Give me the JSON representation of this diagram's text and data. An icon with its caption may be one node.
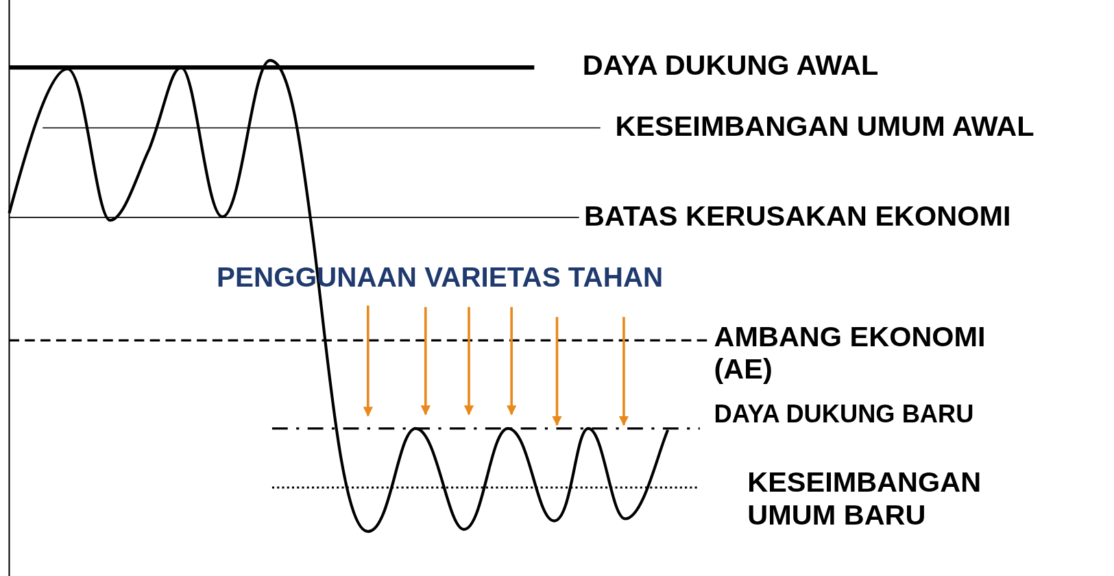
{
  "diagram": {
    "labels": [
      "DAYA DUKUNG AWAL",
      "KESEIMBANGAN UMUM AWAL",
      "BATAS KERUSAKAN EKONOMI",
      "PENGGUNAAN VARIETAS TAHAN",
      "AMBANG EKONOMI (AE)",
      "DAYA DUKUNG BARU",
      "KESEIMBANGAN UMUM BARU"
    ]
  }
}
